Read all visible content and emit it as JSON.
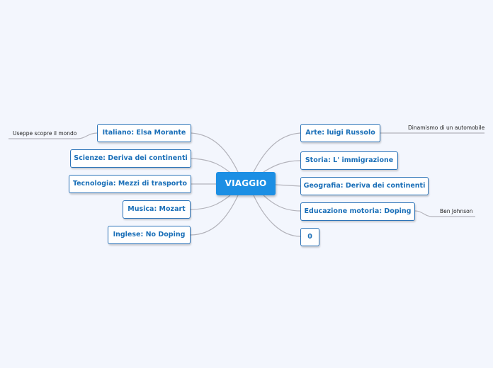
{
  "central": {
    "label": "VIAGGIO"
  },
  "left_topics": [
    {
      "label": "Italiano: Elsa Morante"
    },
    {
      "label": "Scienze: Deriva dei continenti"
    },
    {
      "label": "Tecnologia: Mezzi di trasporto"
    },
    {
      "label": "Musica: Mozart"
    },
    {
      "label": "Inglese: No Doping"
    }
  ],
  "right_topics": [
    {
      "label": "Arte: luigi Russolo"
    },
    {
      "label": "Storia: L' immigrazione"
    },
    {
      "label": "Geografia: Deriva dei continenti"
    },
    {
      "label": "Educazione motoria: Doping"
    },
    {
      "label": "0"
    }
  ],
  "notes": {
    "italiano": "Useppe scopre il mondo",
    "arte": "Dinamismo di un automobile",
    "educazione": "Ben Johnson"
  },
  "colors": {
    "background": "#f3f6fd",
    "central_fill": "#1c8fe4",
    "node_border": "#2b73b8",
    "node_text": "#1a6fb8",
    "connector": "#b3b3bb"
  }
}
